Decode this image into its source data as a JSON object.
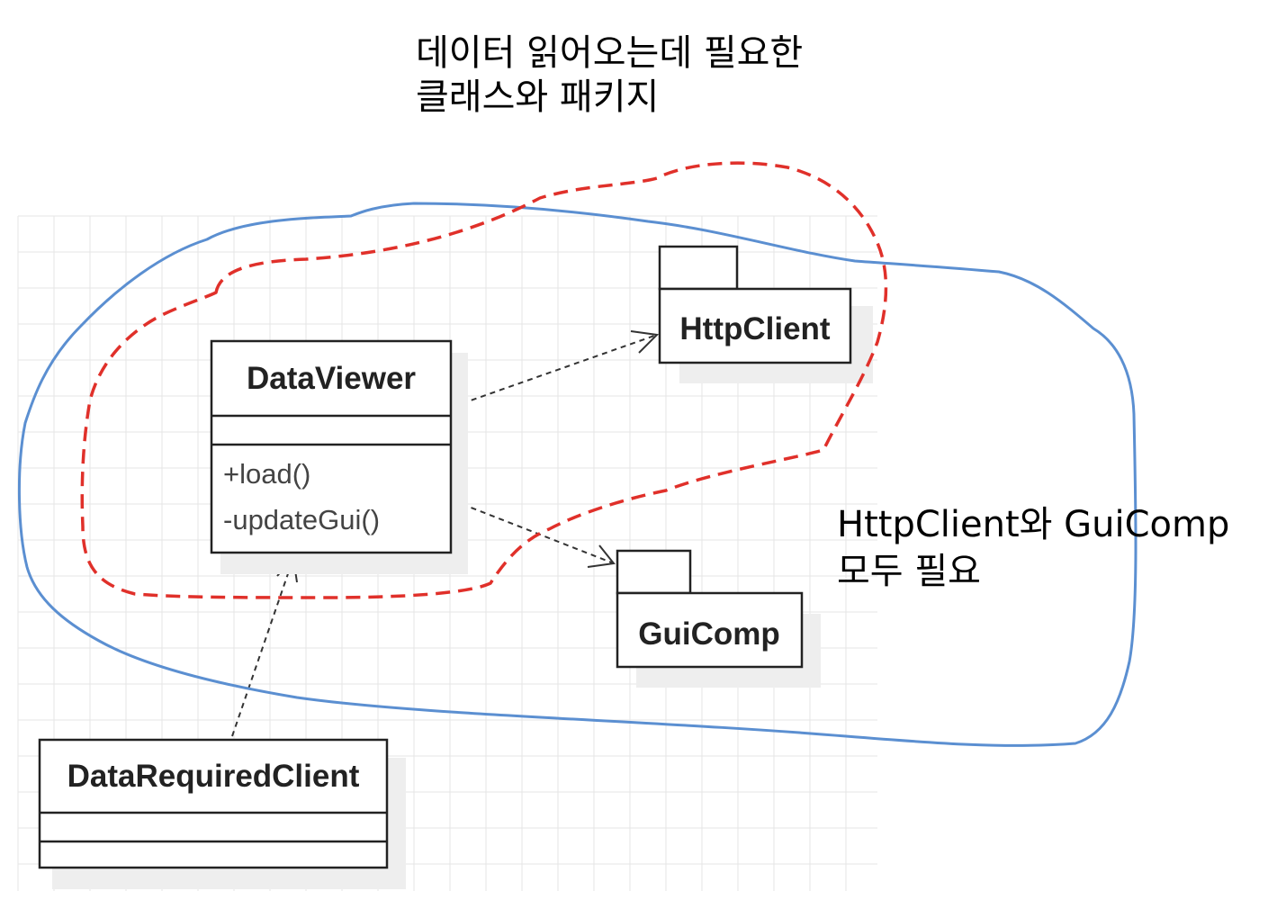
{
  "annotations": {
    "top_note_line1": "데이터 읽어오는데 필요한",
    "top_note_line2": "클래스와 패키지",
    "side_note_line1": "HttpClient와 GuiComp",
    "side_note_line2": "모두 필요"
  },
  "classes": {
    "data_viewer": {
      "name": "DataViewer",
      "operations": [
        "+load()",
        "-updateGui()"
      ]
    },
    "data_required_client": {
      "name": "DataRequiredClient"
    }
  },
  "packages": {
    "http_client": {
      "name": "HttpClient"
    },
    "gui_comp": {
      "name": "GuiComp"
    }
  },
  "colors": {
    "blue_loop": "#5b8fd1",
    "red_dashed_loop": "#e0302a",
    "grid": "#e6e6e6"
  }
}
